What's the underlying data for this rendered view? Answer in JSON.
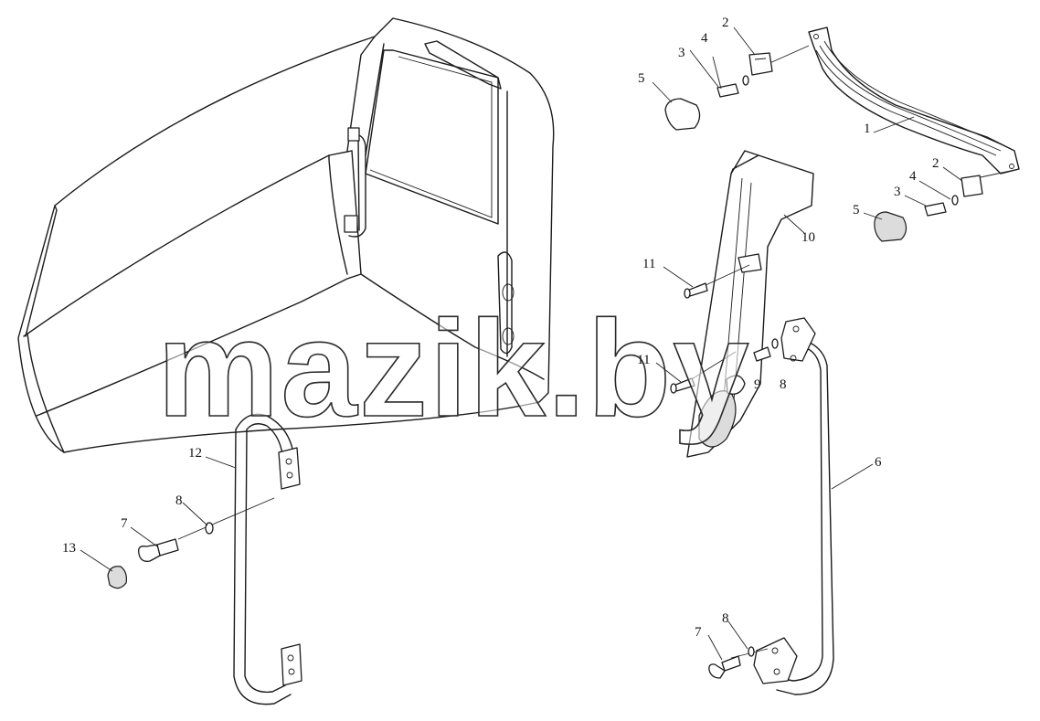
{
  "watermark": "mazik.by",
  "callouts": {
    "c1": "1",
    "c2a": "2",
    "c2b": "2",
    "c3a": "3",
    "c3b": "3",
    "c4a": "4",
    "c4b": "4",
    "c5a": "5",
    "c5b": "5",
    "c6": "6",
    "c7a": "7",
    "c7b": "7",
    "c8a": "8",
    "c8b": "8",
    "c8c": "8",
    "c9": "9",
    "c10": "10",
    "c11a": "11",
    "c11b": "11",
    "c12": "12",
    "c13": "13"
  },
  "colors": {
    "line": "#1a1a1a",
    "background": "#ffffff"
  }
}
